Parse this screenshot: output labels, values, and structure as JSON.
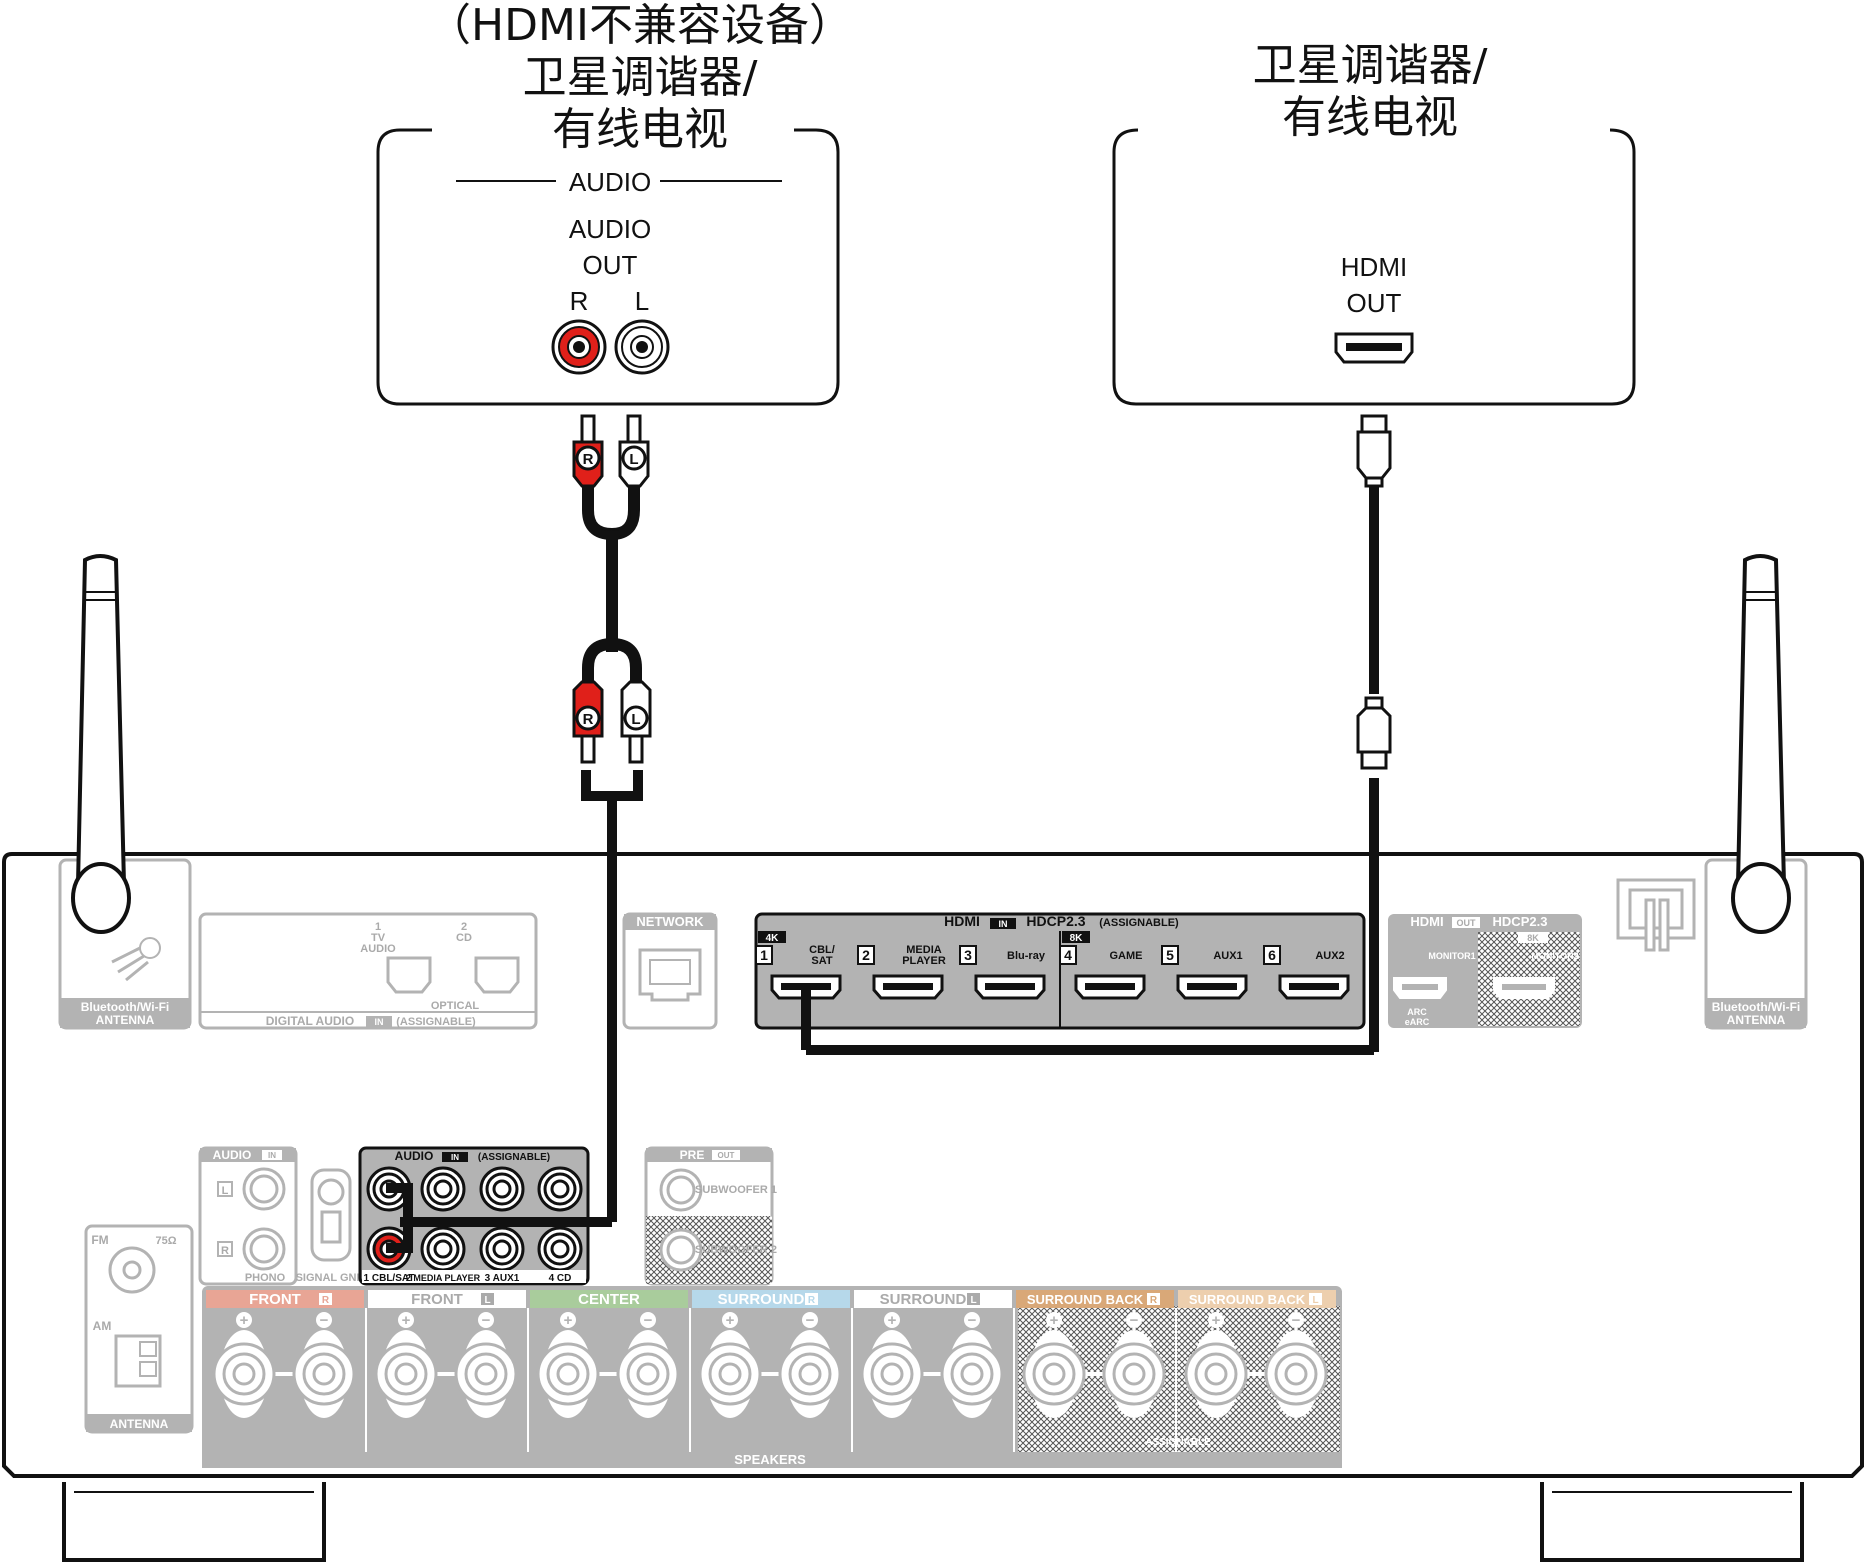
{
  "left_device": {
    "title_lines": [
      "（HDMI不兼容设备）",
      "卫星调谐器/",
      "有线电视"
    ],
    "section": "AUDIO",
    "out_line1": "AUDIO",
    "out_line2": "OUT",
    "r": "R",
    "l": "L"
  },
  "right_device": {
    "title_lines": [
      "卫星调谐器/",
      "有线电视"
    ],
    "out_line1": "HDMI",
    "out_line2": "OUT"
  },
  "plugs": {
    "r": "R",
    "l": "L"
  },
  "receiver": {
    "bt_left": [
      "Bluetooth/Wi-Fi",
      "ANTENNA"
    ],
    "bt_right": [
      "Bluetooth/Wi-Fi",
      "ANTENNA"
    ],
    "digital": {
      "in1": [
        "1",
        "TV",
        "AUDIO"
      ],
      "in2": [
        "2",
        "CD"
      ],
      "optical": "OPTICAL",
      "footer": "DIGITAL AUDIO",
      "in_badge": "IN",
      "assignable": "(ASSIGNABLE)"
    },
    "network": "NETWORK",
    "hdmi_in": {
      "title": "HDMI",
      "in_badge": "IN",
      "hdcp": "HDCP2.3",
      "assignable": "(ASSIGNABLE)",
      "badge_4k": "4K",
      "badge_8k": "8K",
      "ports": [
        {
          "num": "1",
          "name": "CBL/ SAT"
        },
        {
          "num": "2",
          "name": "MEDIA PLAYER"
        },
        {
          "num": "3",
          "name": "Blu-ray"
        },
        {
          "num": "4",
          "name": "GAME"
        },
        {
          "num": "5",
          "name": "AUX1"
        },
        {
          "num": "6",
          "name": "AUX2"
        }
      ]
    },
    "hdmi_out": {
      "title": "HDMI",
      "out_badge": "OUT",
      "hdcp": "HDCP2.3",
      "badge_8k": "8K",
      "monitor1": "MONITOR1",
      "monitor2": "MONITOR2",
      "arc": [
        "ARC",
        "eARC"
      ]
    },
    "audio_in_phono": {
      "title": "AUDIO",
      "in_badge": "IN",
      "l": "L",
      "r": "R",
      "phono": "PHONO",
      "signal_gnd": "SIGNAL GND"
    },
    "audio_in": {
      "title": "AUDIO",
      "in_badge": "IN",
      "assignable": "(ASSIGNABLE)",
      "labels": [
        "1 CBL/SAT",
        "2 MEDIA PLAYER",
        "3 AUX1",
        "4 CD"
      ]
    },
    "pre_out": {
      "title": "PRE",
      "out_badge": "OUT",
      "sub1": "SUBWOOFER 1",
      "sub2": "SUBWOOFER 2"
    },
    "antenna": {
      "fm": "FM",
      "ohm": "75Ω",
      "am": "AM",
      "label": "ANTENNA"
    },
    "speakers": {
      "label": "SPEAKERS",
      "assignable": "ASSIGNABLE",
      "groups": [
        {
          "name": "FRONT",
          "ch": "R",
          "color": "#e8a595"
        },
        {
          "name": "FRONT",
          "ch": "L",
          "color": "#ffffff"
        },
        {
          "name": "CENTER",
          "ch": "",
          "color": "#a9cc9c"
        },
        {
          "name": "SURROUND",
          "ch": "R",
          "color": "#b6d8ea"
        },
        {
          "name": "SURROUND",
          "ch": "L",
          "color": "#ffffff"
        },
        {
          "name": "SURROUND BACK",
          "ch": "R",
          "color": "#d9a878"
        },
        {
          "name": "SURROUND BACK",
          "ch": "L",
          "color": "#edcfae"
        }
      ]
    }
  },
  "colors": {
    "red_jack": "#e0201a",
    "gray": "#b3b3b3",
    "cable": "#111111"
  }
}
